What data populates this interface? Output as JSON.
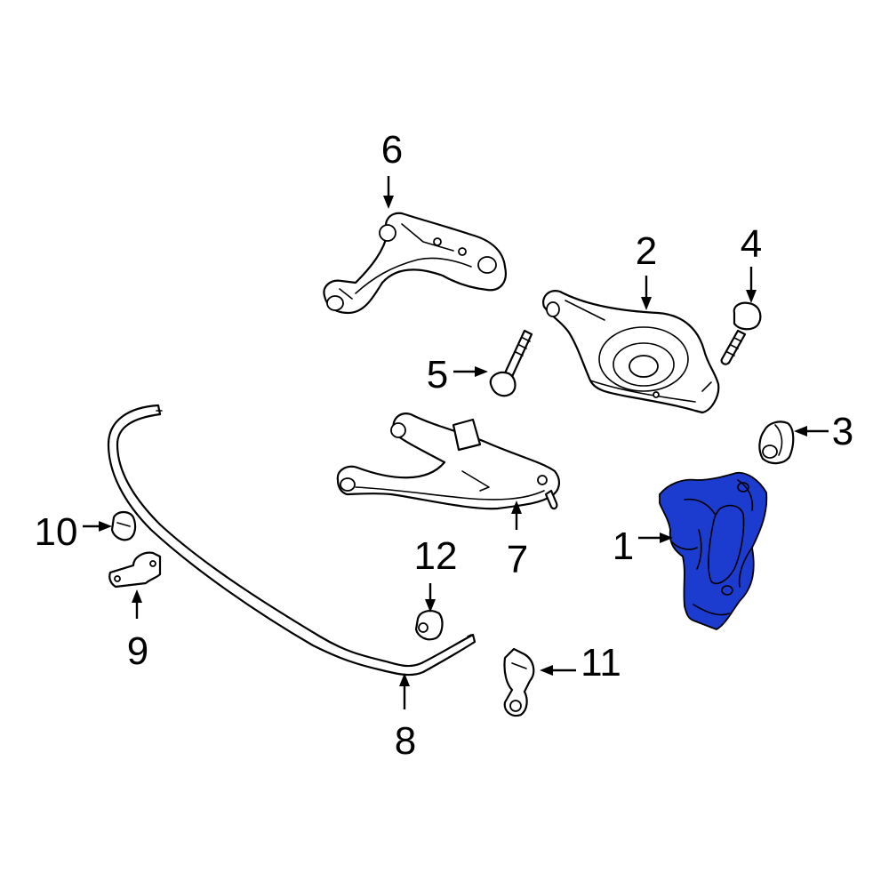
{
  "callouts": {
    "c1": "1",
    "c2": "2",
    "c3": "3",
    "c4": "4",
    "c5": "5",
    "c6": "6",
    "c7": "7",
    "c8": "8",
    "c9": "9",
    "c10": "10",
    "c11": "11",
    "c12": "12"
  },
  "colors": {
    "highlight": "#1c3bcf",
    "line": "#000000",
    "background": "#ffffff"
  }
}
